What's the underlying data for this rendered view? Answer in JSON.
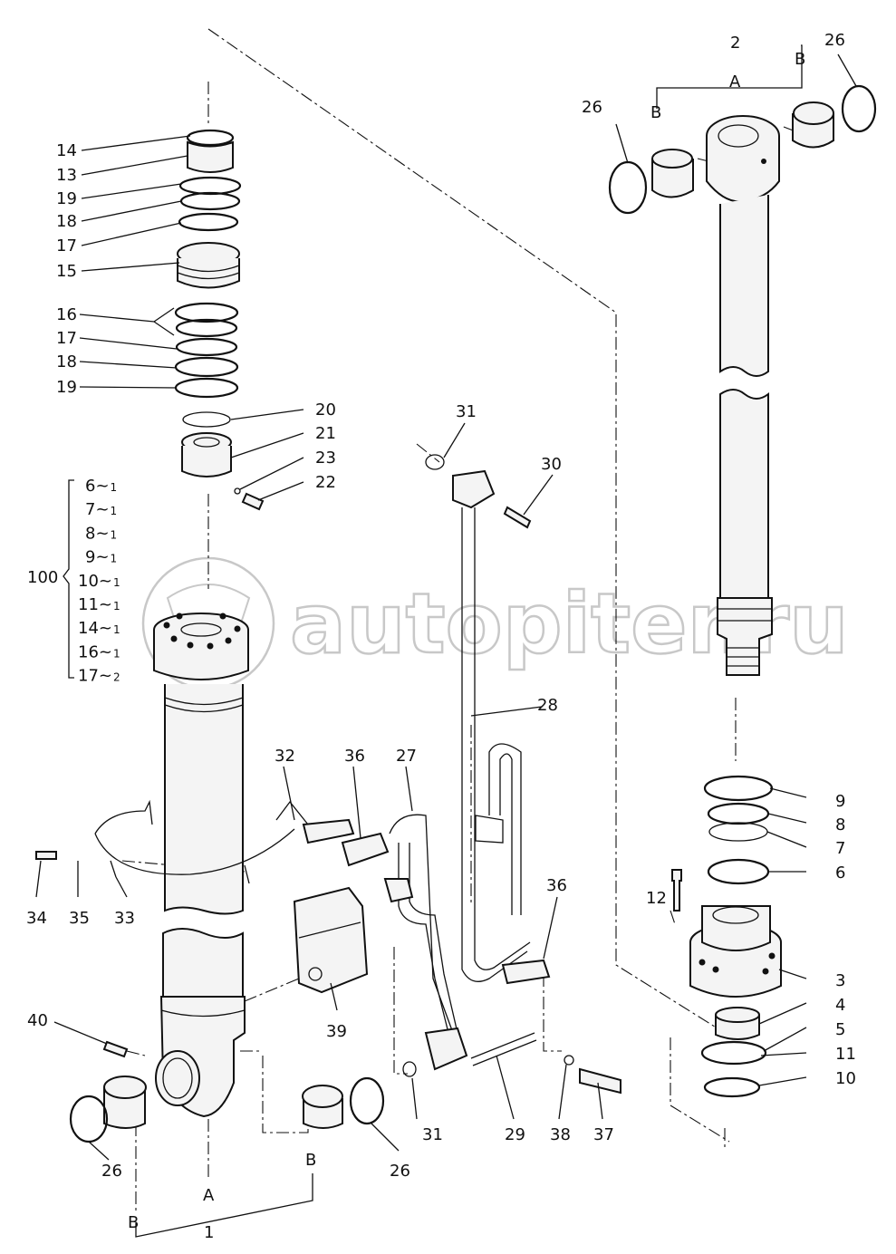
{
  "watermark": "autopiter.ru",
  "colors": {
    "line": "#111111",
    "watermark": "#c8c8c8",
    "background": "#ffffff"
  },
  "labels": {
    "p14": "14",
    "p13": "13",
    "p19a": "19",
    "p18a": "18",
    "p17a": "17",
    "p15": "15",
    "p16": "16",
    "p17b": "17",
    "p18b": "18",
    "p19b": "19",
    "p20": "20",
    "p21": "21",
    "p23": "23",
    "p22": "22",
    "p31a": "31",
    "p30": "30",
    "p28": "28",
    "p32": "32",
    "p36a": "36",
    "p27": "27",
    "p36b": "36",
    "p34": "34",
    "p35": "35",
    "p33": "33",
    "p40": "40",
    "p39": "39",
    "p26a": "26",
    "p26b": "26",
    "p31b": "31",
    "p29": "29",
    "p38": "38",
    "p37": "37",
    "p1": "1",
    "p2": "2",
    "p26c": "26",
    "p26d": "26",
    "p9": "9",
    "p8": "8",
    "p7": "7",
    "p6": "6",
    "p12": "12",
    "p3": "3",
    "p4": "4",
    "p5": "5",
    "p11": "11",
    "p10": "10",
    "p100": "100"
  },
  "letters": {
    "a_left": "A",
    "b_left1": "B",
    "b_left2": "B",
    "a_right": "A",
    "b_right1": "B",
    "b_right2": "B"
  },
  "kit": [
    {
      "num": "6",
      "qty": "1"
    },
    {
      "num": "7",
      "qty": "1"
    },
    {
      "num": "8",
      "qty": "1"
    },
    {
      "num": "9",
      "qty": "1"
    },
    {
      "num": "10",
      "qty": "1"
    },
    {
      "num": "11",
      "qty": "1"
    },
    {
      "num": "14",
      "qty": "1"
    },
    {
      "num": "16",
      "qty": "1"
    },
    {
      "num": "17",
      "qty": "2"
    }
  ],
  "kit_separator": "~"
}
